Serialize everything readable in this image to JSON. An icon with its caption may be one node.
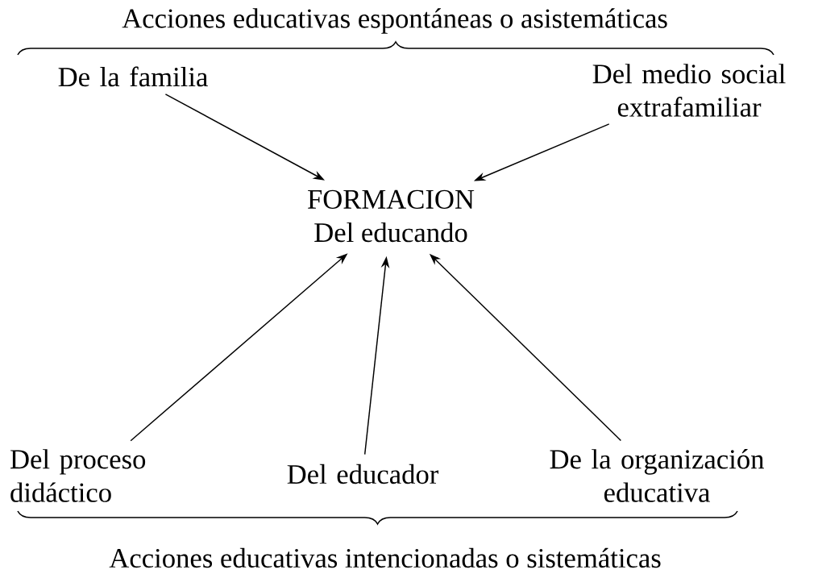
{
  "diagram": {
    "nodes": [
      {
        "text": [
          "De la familia"
        ]
      },
      {
        "text": [
          "Del medio social extrafamiliar"
        ]
      },
      {
        "text": [
          "FORMACION",
          "Del educando"
        ]
      },
      {
        "text": [
          "Del proceso didáctico"
        ]
      },
      {
        "text": [
          "Del educador"
        ]
      },
      {
        "text": [
          "De la organización educativa"
        ]
      }
    ],
    "edges": [
      {
        "from": 0,
        "to": 2,
        "arrow": "to"
      },
      {
        "from": 1,
        "to": 2,
        "arrow": "to"
      },
      {
        "from": 3,
        "to": 2,
        "arrow": "to"
      },
      {
        "from": 4,
        "to": 2,
        "arrow": "to"
      },
      {
        "from": 5,
        "to": 2,
        "arrow": "to"
      }
    ],
    "labels": [
      "Acciones educativas espontáneas o asistemáticas",
      "Acciones educativas intencionadas o sistemáticas"
    ]
  }
}
